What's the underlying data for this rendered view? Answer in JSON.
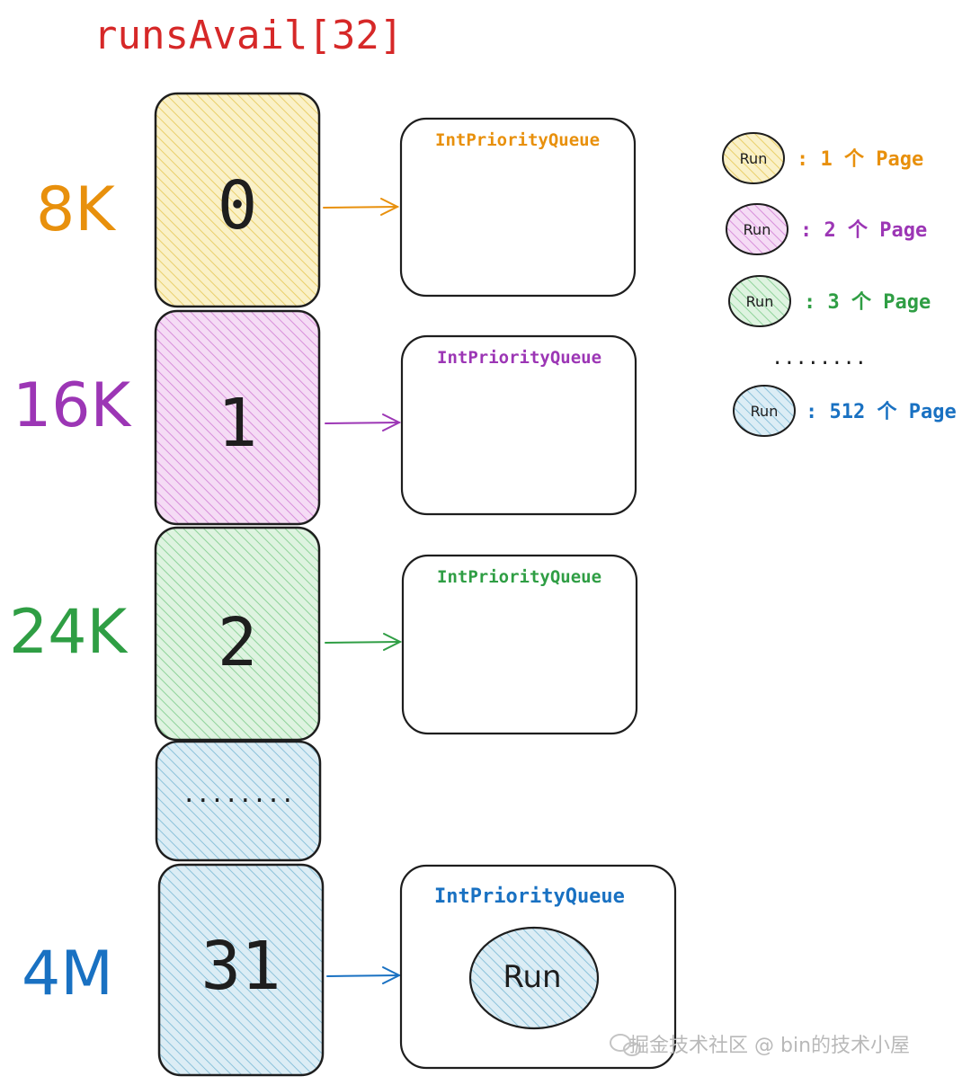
{
  "title": "runsAvail[32]",
  "colors": {
    "title": "#d62828",
    "orange": "#e8900c",
    "purple": "#9c36b5",
    "green": "#2f9e44",
    "blue": "#1971c2",
    "fill_yellow": "#f7e6a0",
    "fill_purple": "#e9b8ea",
    "fill_green": "#bfe8c4",
    "fill_blue": "#b6d9ea",
    "stroke": "#1e1e1e"
  },
  "slots": [
    {
      "size_label": "8K",
      "index": "0",
      "queue_label": "IntPriorityQueue"
    },
    {
      "size_label": "16K",
      "index": "1",
      "queue_label": "IntPriorityQueue"
    },
    {
      "size_label": "24K",
      "index": "2",
      "queue_label": "IntPriorityQueue"
    },
    {
      "ellipsis": "........"
    },
    {
      "size_label": "4M",
      "index": "31",
      "queue_label": "IntPriorityQueue",
      "run_label": "Run"
    }
  ],
  "legend": {
    "items": [
      {
        "run_label": "Run",
        "text": ": 1 个 Page"
      },
      {
        "run_label": "Run",
        "text": ": 2 个 Page"
      },
      {
        "run_label": "Run",
        "text": ": 3 个 Page"
      },
      {
        "run_label": "Run",
        "text": ": 512 个 Page"
      }
    ],
    "ellipsis": "........"
  },
  "watermark": "掘金技术社区 @ bin的技术小屋"
}
